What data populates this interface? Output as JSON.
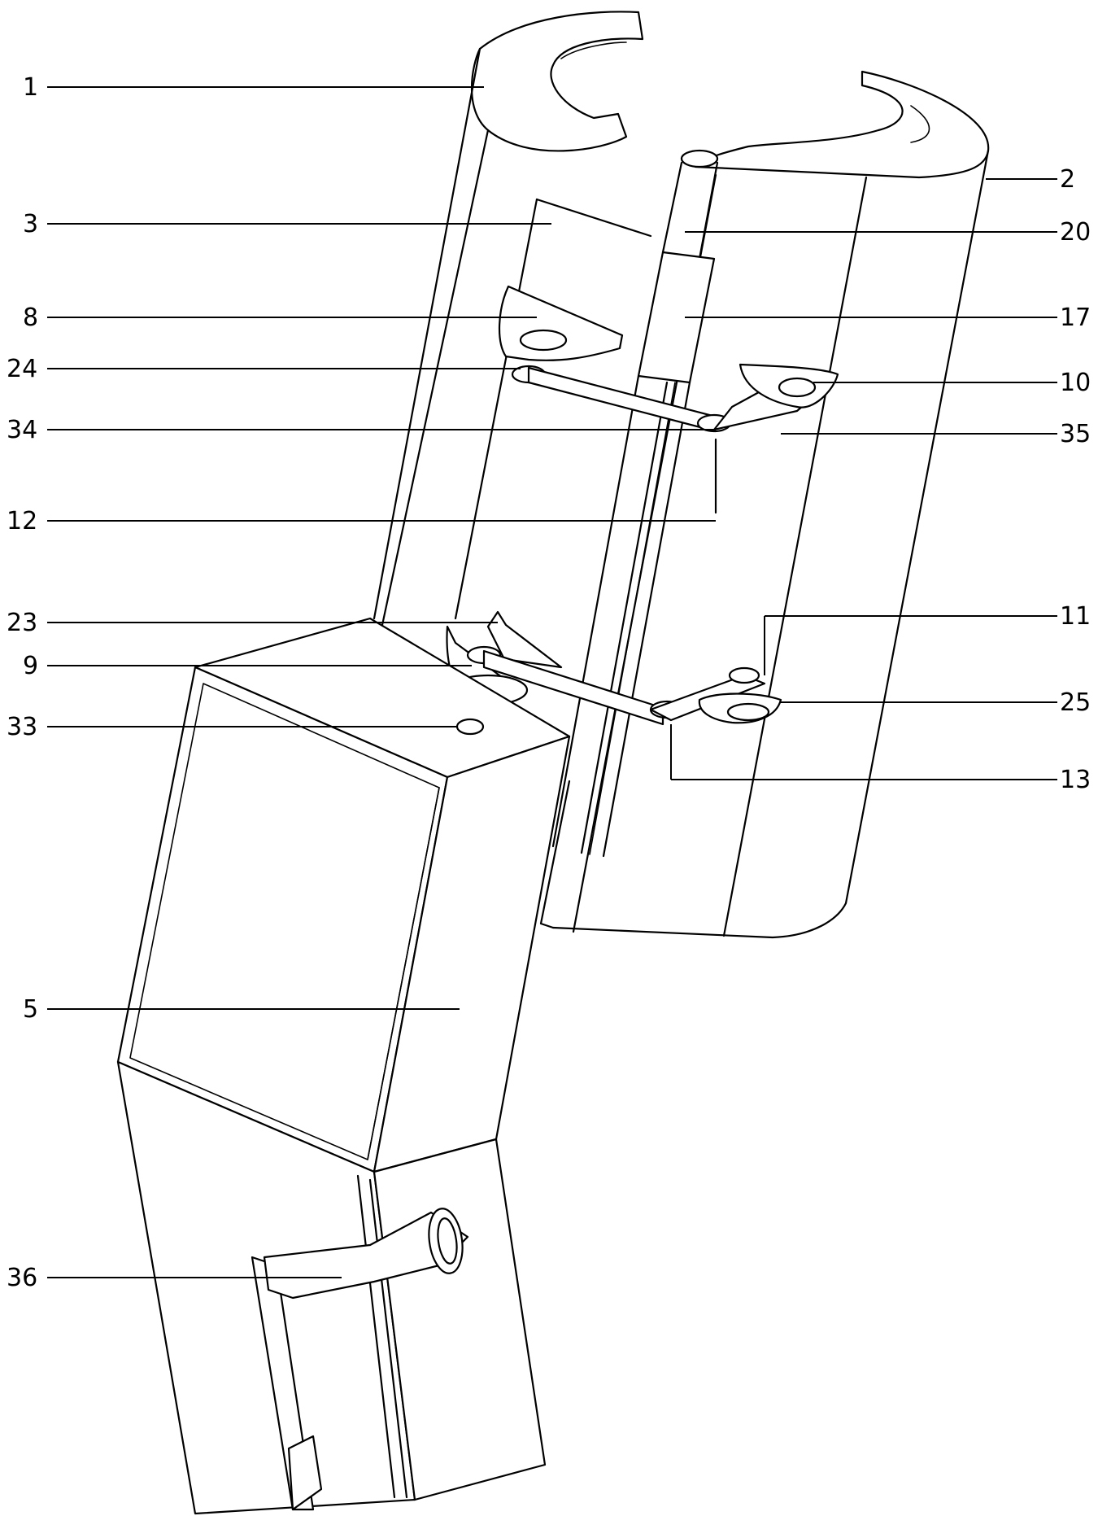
{
  "figure": {
    "labels": {
      "l1": "1",
      "l2": "2",
      "l3": "3",
      "l5": "5",
      "l8": "8",
      "l9": "9",
      "l10": "10",
      "l11": "11",
      "l12": "12",
      "l13": "13",
      "l17": "17",
      "l20": "20",
      "l23": "23",
      "l24": "24",
      "l25": "25",
      "l33": "33",
      "l34": "34",
      "l35": "35",
      "l36": "36"
    }
  }
}
